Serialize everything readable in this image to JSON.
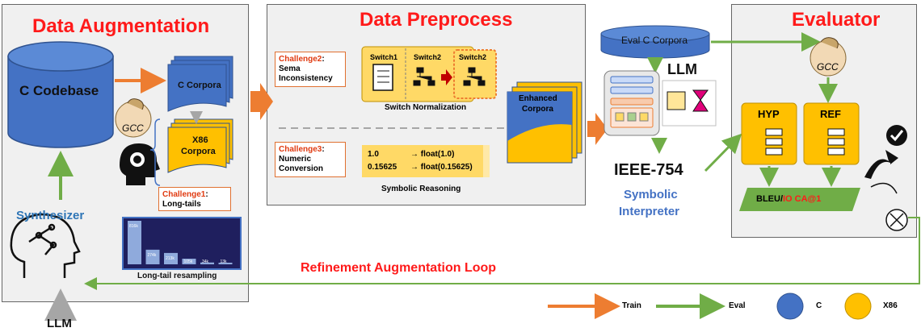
{
  "panels": {
    "augmentation_title": "Data Augmentation",
    "preprocess_title": "Data Preprocess",
    "evaluator_title": "Evaluator"
  },
  "augmentation": {
    "codebase": "C Codebase",
    "c_corpora": "C Corpora",
    "x86_line1": "X86",
    "x86_line2": "Corpora",
    "gcc": "GCC",
    "challenge1_red": "Challenge1",
    "challenge1_rest": ":",
    "challenge1_line2": "Long-tails",
    "synthesizer": "Synthesizer",
    "longtail_caption": "Long-tail resampling",
    "llm_bottom": "LLM",
    "bar_labels": [
      "816k",
      "274k",
      "213k",
      "105k",
      "34k",
      "13k"
    ]
  },
  "chart_data": {
    "type": "bar",
    "categories": [
      "816k",
      "274k",
      "213k",
      "105k",
      "34k",
      "13k"
    ],
    "values": [
      816,
      274,
      213,
      105,
      34,
      13
    ],
    "title": "",
    "xlabel": "",
    "ylabel": ""
  },
  "preprocess": {
    "challenge2_red": "Challenge2",
    "challenge2_rest": ":",
    "challenge2_line2": "Sema",
    "challenge2_line3": "Inconsistency",
    "switch1": "Switch1",
    "switch2a": "Switch2",
    "switch2b": "Switch2",
    "switch_caption": "Switch Normalization",
    "challenge3_red": "Challenge3",
    "challenge3_rest": ":",
    "challenge3_line2": "Numeric",
    "challenge3_line3": "Conversion",
    "num1": "1.0",
    "num1_out": "→ float(1.0)",
    "num2": "0.15625",
    "num2_out": "→ float(0.15625)",
    "symbolic_caption": "Symbolic Reasoning",
    "enhanced_line1": "Enhanced",
    "enhanced_line2": "Corpora"
  },
  "middle": {
    "eval_c_corpora": "Eval C Corpora",
    "llm": "LLM",
    "ieee": "IEEE-754",
    "interp_line1": "Symbolic",
    "interp_line2": "Interpreter"
  },
  "evaluator": {
    "gcc": "GCC",
    "hyp": "HYP",
    "ref": "REF",
    "metric_black": "BLEU/",
    "metric_red": "IO CA@1"
  },
  "loop": {
    "label": "Refinement Augmentation Loop"
  },
  "legend": {
    "train": "Train",
    "eval": "Eval",
    "c": "C",
    "x86": "X86",
    "colors": {
      "train": "#ed7d31",
      "eval": "#70ad47",
      "c": "#4472c4",
      "x86": "#ffc000"
    }
  }
}
